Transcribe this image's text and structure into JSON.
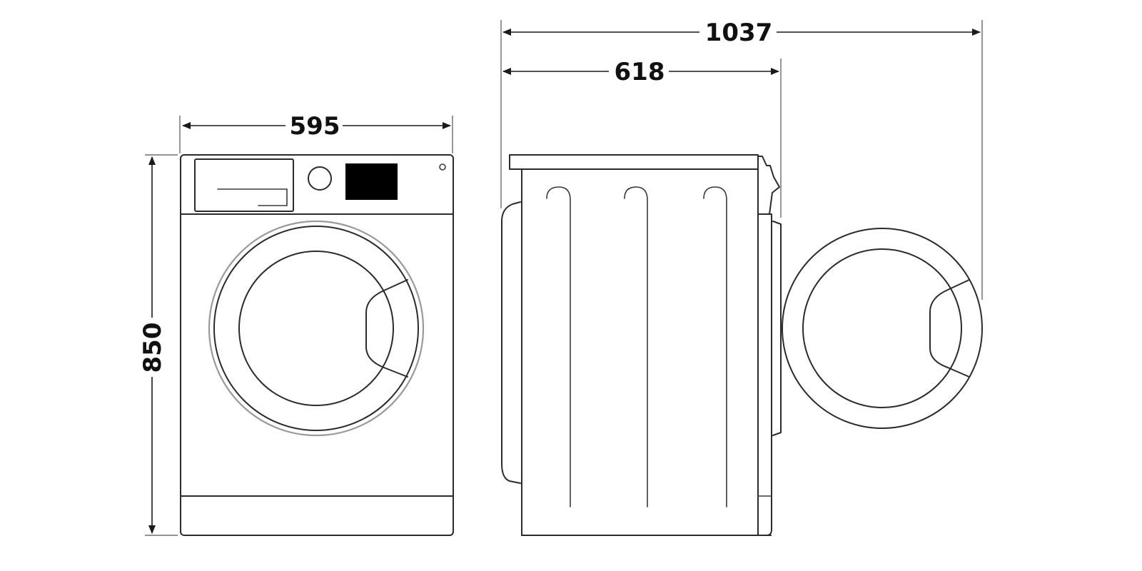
{
  "dimensions": {
    "width": {
      "value": "595"
    },
    "height": {
      "value": "850"
    },
    "depth": {
      "value": "618"
    },
    "depth_door_open": {
      "value": "1037"
    }
  },
  "colors": {
    "line": "#2b2b2b",
    "display": "#000000",
    "background": "#ffffff"
  },
  "icons": [
    "arrowhead",
    "control-knob-icon",
    "power-button-icon"
  ]
}
